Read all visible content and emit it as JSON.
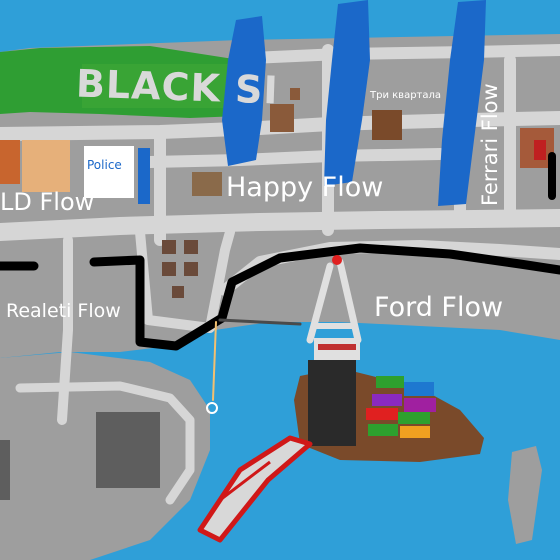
{
  "map": {
    "areas": {
      "happy_flow": "Happy Flow",
      "ford_flow": "Ford Flow",
      "ld_flow": "LD Flow",
      "realeti_flow": "Realeti Flow",
      "ferrari_flow": "Ferrari Flow",
      "tri_kvartala": "Три квартала",
      "black_sign": "BLACK SI"
    },
    "landmarks": {
      "police": "Police"
    },
    "colors": {
      "water": "#2f9fd8",
      "land": "#9e9e9e",
      "road": "#d6d6d6",
      "grass": "#2f9e33",
      "river": "#1b68c9",
      "dock": "#7a4a2a",
      "rail": "#000000",
      "text": "#ffffff"
    }
  }
}
